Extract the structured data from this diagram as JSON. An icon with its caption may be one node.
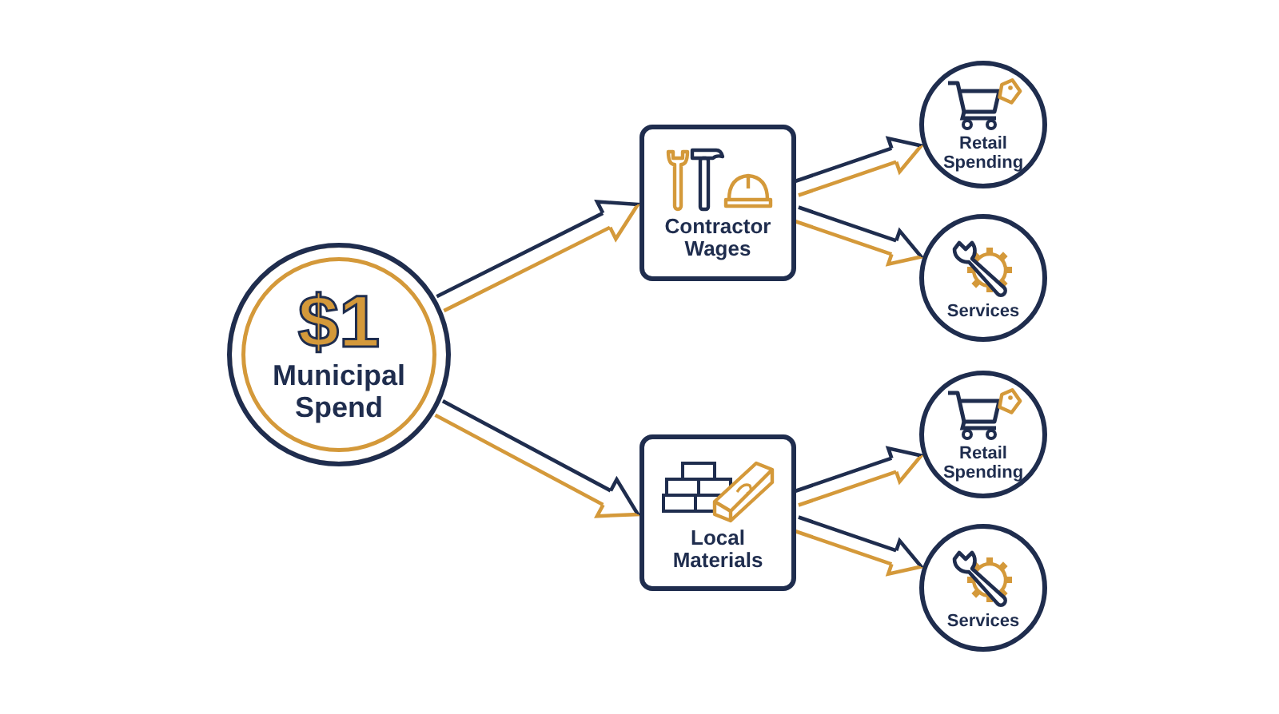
{
  "diagram": {
    "nodes": [
      {
        "text": [
          "$1",
          "Municipal Spend"
        ]
      },
      {
        "text": [
          "Contractor Wages"
        ]
      },
      {
        "text": [
          "Retail Spending"
        ]
      },
      {
        "text": [
          "Services"
        ]
      },
      {
        "text": [
          "Local Materials"
        ]
      },
      {
        "text": [
          "Retail Spending"
        ]
      },
      {
        "text": [
          "Services"
        ]
      }
    ],
    "edges": [
      {
        "from": 0,
        "to": 1,
        "arrow": "to"
      },
      {
        "from": 0,
        "to": 4,
        "arrow": "to"
      },
      {
        "from": 1,
        "to": 2,
        "arrow": "to"
      },
      {
        "from": 1,
        "to": 3,
        "arrow": "to"
      },
      {
        "from": 4,
        "to": 5,
        "arrow": "to"
      },
      {
        "from": 4,
        "to": 6,
        "arrow": "to"
      }
    ]
  }
}
